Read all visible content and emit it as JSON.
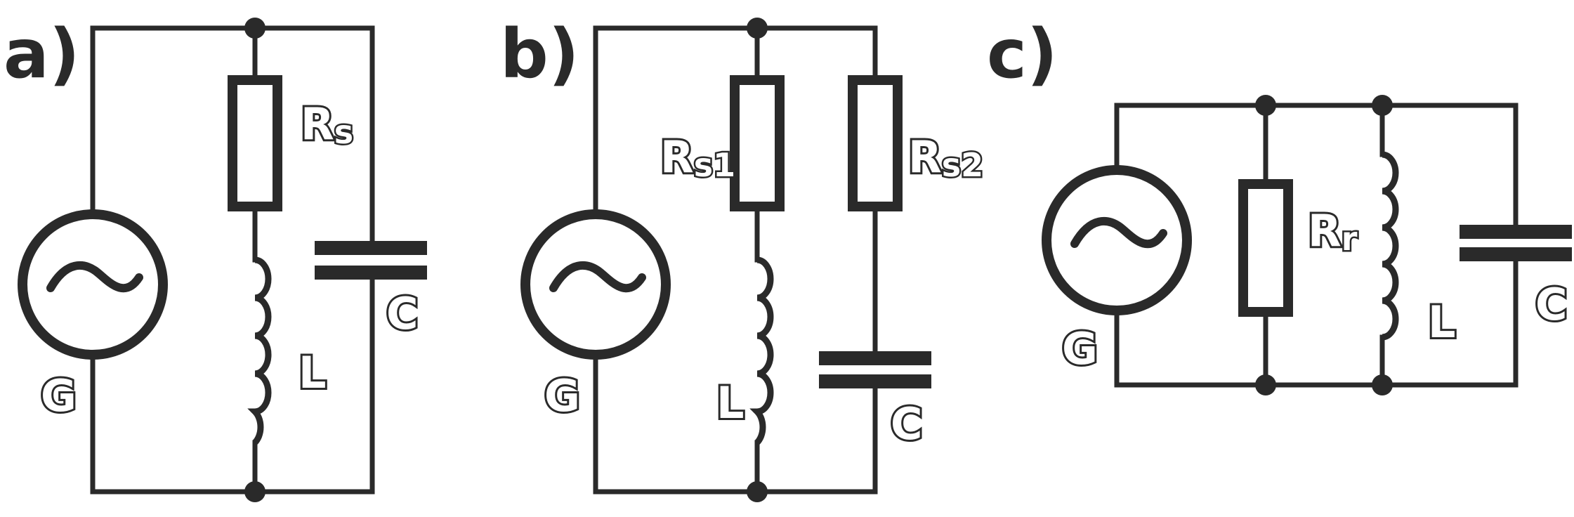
{
  "panels": [
    {
      "id": "a",
      "label": "a)",
      "components": {
        "generator": "G",
        "resistor": "R",
        "resistor_sub": "s",
        "inductor": "L",
        "capacitor": "C"
      }
    },
    {
      "id": "b",
      "label": "b)",
      "components": {
        "generator": "G",
        "resistor1": "R",
        "resistor1_sub": "s1",
        "resistor2": "R",
        "resistor2_sub": "s2",
        "inductor": "L",
        "capacitor": "C"
      }
    },
    {
      "id": "c",
      "label": "c)",
      "components": {
        "generator": "G",
        "resistor": "R",
        "resistor_sub": "r",
        "inductor": "L",
        "capacitor": "C"
      }
    }
  ]
}
